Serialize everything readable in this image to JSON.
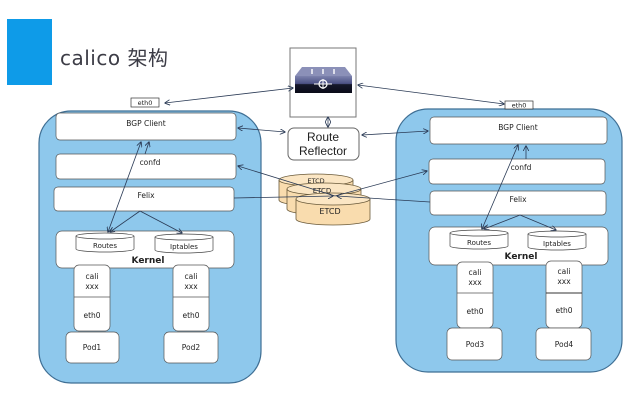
{
  "header": {
    "title": "calico 架构",
    "accent_color": "#0e9be8"
  },
  "diagram": {
    "colors": {
      "host_fill": "#8ec8ec",
      "host_stroke": "#3f6f94",
      "box_fill": "#ffffff",
      "etcd_fill": "#f9dcae",
      "arrow": "#2a3a55"
    },
    "switch": {
      "label": "switch-icon"
    },
    "route_reflector": {
      "line1": "Route",
      "line2": "Reflector"
    },
    "etcd": {
      "labels": [
        "ETCD",
        "ETCD",
        "ETCD"
      ]
    },
    "hosts": [
      {
        "nic": "eth0",
        "bgp_client": "BGP Client",
        "confd": "confd",
        "felix": "Felix",
        "kernel": "Kernel",
        "routes": "Routes",
        "iptables": "Iptables",
        "pods": [
          {
            "veth_line1": "cali",
            "veth_line2": "xxx",
            "eth": "eth0",
            "name": "Pod1"
          },
          {
            "veth_line1": "cali",
            "veth_line2": "xxx",
            "eth": "eth0",
            "name": "Pod2"
          }
        ]
      },
      {
        "nic": "eth0",
        "bgp_client": "BGP Client",
        "confd": "confd",
        "felix": "Felix",
        "kernel": "Kernel",
        "routes": "Routes",
        "iptables": "Iptables",
        "pods": [
          {
            "veth_line1": "cali",
            "veth_line2": "xxx",
            "eth": "eth0",
            "name": "Pod3"
          },
          {
            "veth_line1": "cali",
            "veth_line2": "xxx",
            "eth": "eth0",
            "name": "Pod4"
          }
        ]
      }
    ]
  }
}
